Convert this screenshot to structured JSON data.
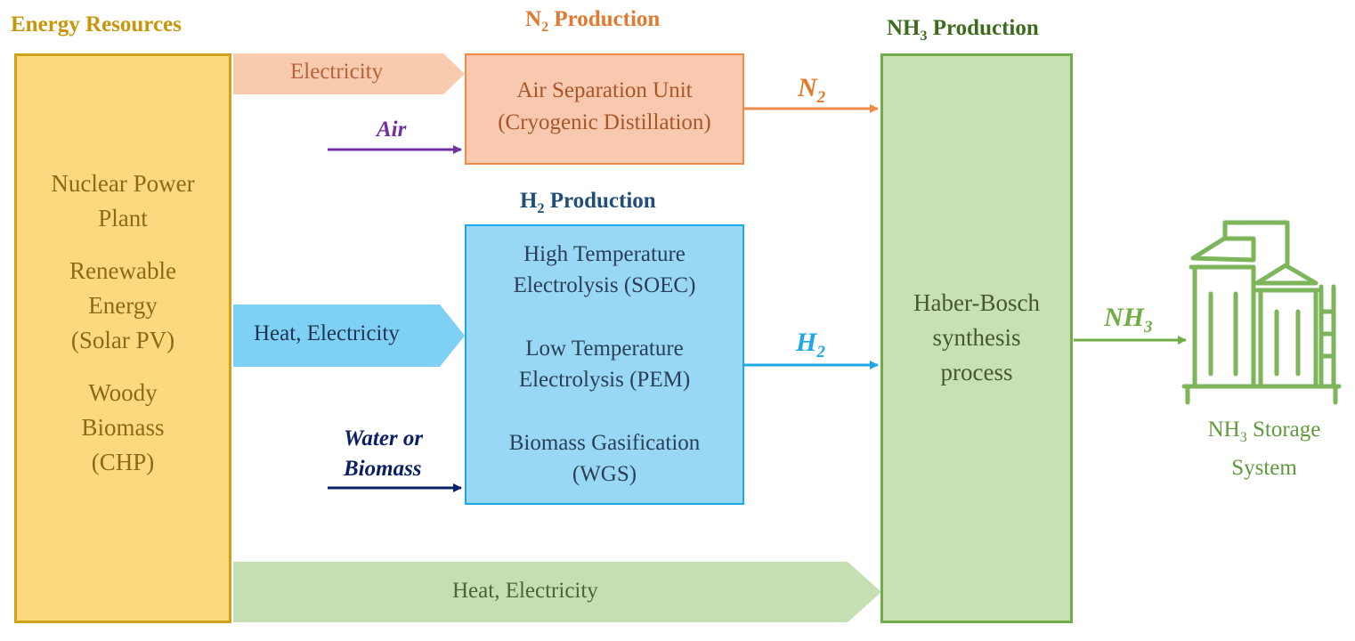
{
  "colors": {
    "energy_title": "#C8960A",
    "energy_fill": "#FCD97F",
    "energy_border": "#D3A019",
    "energy_text": "#8A6A1A",
    "n2_title": "#E07A2E",
    "n2_fill": "#F8C9AE",
    "n2_border": "#EE8A4A",
    "n2_text": "#A8552A",
    "h2_title": "#1F4E79",
    "h2_fill": "#98D8F5",
    "h2_border": "#1FA8E8",
    "h2_text": "#2A3F55",
    "nh3_title": "#3D6B1E",
    "nh3_fill": "#C9E0B6",
    "nh3_border": "#70AD47",
    "nh3_text": "#44592E",
    "air": "#7030A0",
    "water": "#0B1F66",
    "nh3_arrow": "#70AD47",
    "electricity_band": "#F9CBAE",
    "heat_band": "#7FD0F5",
    "green_band": "#C5DFB2"
  },
  "energy": {
    "title": "Energy Resources",
    "sources": [
      [
        "Nuclear Power",
        "Plant"
      ],
      [
        "Renewable",
        "Energy",
        "(Solar PV)"
      ],
      [
        "Woody",
        "Biomass",
        "(CHP)"
      ]
    ]
  },
  "n2": {
    "title_main": "N",
    "title_sub": "2",
    "title_rest": " Production",
    "lines": [
      "Air Separation Unit",
      "(Cryogenic Distillation)"
    ],
    "input_label": "Air",
    "output_main": "N",
    "output_sub": "2"
  },
  "h2": {
    "title_main": "H",
    "title_sub": "2",
    "title_rest": " Production",
    "lines": [
      "High Temperature",
      "Electrolysis (SOEC)",
      "",
      "Low Temperature",
      "Electrolysis (PEM)",
      "",
      "Biomass Gasification",
      "(WGS)"
    ],
    "input_label_1": "Water or",
    "input_label_2": "Biomass",
    "output_main": "H",
    "output_sub": "2"
  },
  "nh3": {
    "title_main": "NH",
    "title_sub": "3",
    "title_rest": " Production",
    "lines": [
      "Haber-Bosch",
      "synthesis",
      "process"
    ],
    "output_main": "NH",
    "output_sub": "3"
  },
  "bands": {
    "electricity": "Electricity",
    "heat_electricity_h2": "Heat, Electricity",
    "heat_electricity_nh3": "Heat, Electricity"
  },
  "storage": {
    "icon": "storage-tanks-icon",
    "label_main": "NH",
    "label_sub": "3",
    "label_rest": " Storage",
    "label_line2": "System"
  }
}
